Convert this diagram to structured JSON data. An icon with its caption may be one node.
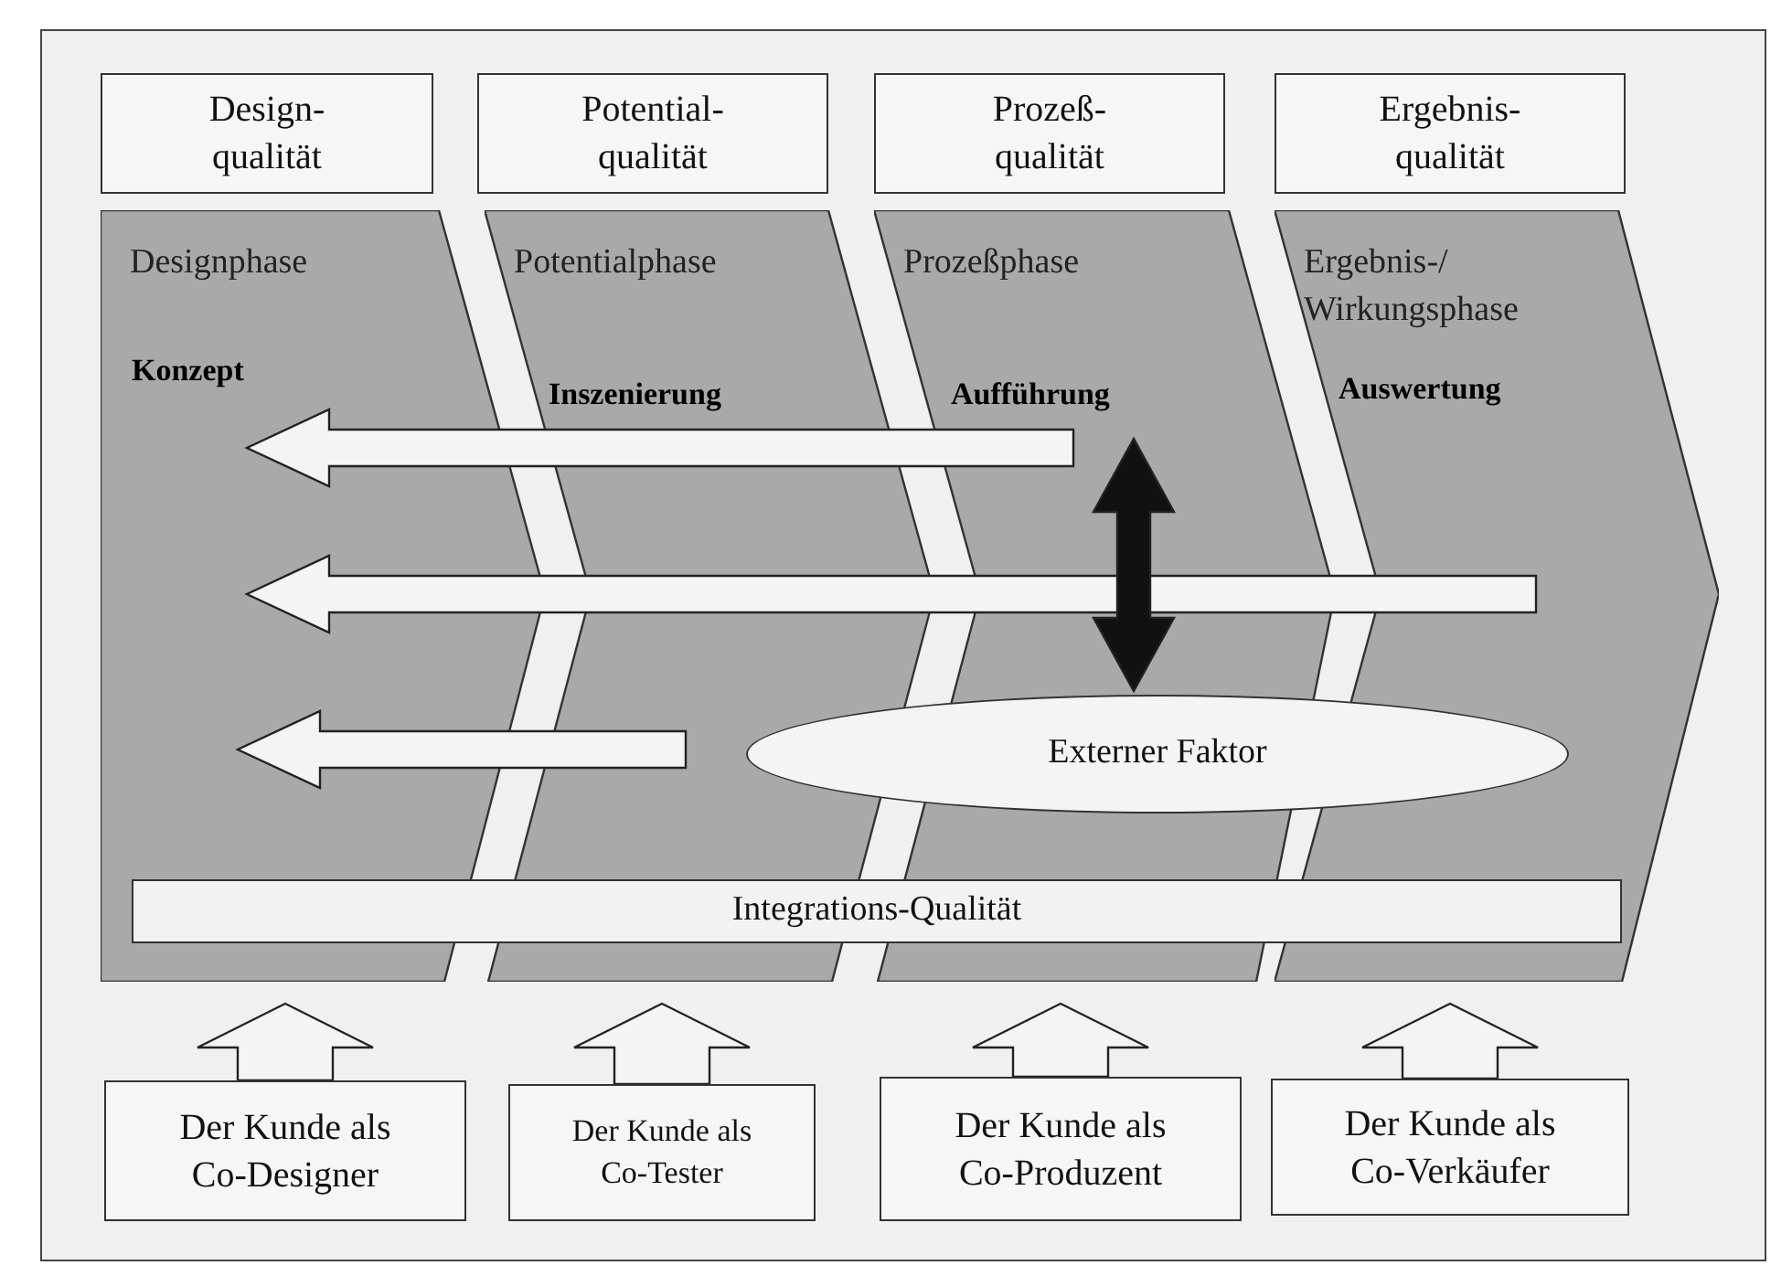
{
  "diagram": {
    "nodes": [
      {
        "text": [
          "Design- qualität"
        ]
      },
      {
        "text": [
          "Potential- qualität"
        ]
      },
      {
        "text": [
          "Prozeß- qualität"
        ]
      },
      {
        "text": [
          "Ergebnis- qualität"
        ]
      },
      {
        "text": [
          "Designphase",
          "Konzept"
        ]
      },
      {
        "text": [
          "Potentialphase",
          "Inszenierung"
        ]
      },
      {
        "text": [
          "Prozeßphase",
          "Aufführung"
        ]
      },
      {
        "text": [
          "Ergebnis-/ Wirkungsphase",
          "Auswertung"
        ]
      },
      {
        "text": [
          "Externer Faktor"
        ]
      },
      {
        "text": [
          "Integrations-Qualität"
        ]
      },
      {
        "text": [
          "Der Kunde als Co-Designer"
        ]
      },
      {
        "text": [
          "Der Kunde als Co-Tester"
        ]
      },
      {
        "text": [
          "Der Kunde als Co-Produzent"
        ]
      },
      {
        "text": [
          "Der Kunde als Co-Verkäufer"
        ]
      }
    ],
    "edges": [
      {
        "from": 6,
        "to": 4,
        "arrow": "to"
      },
      {
        "from": 7,
        "to": 4,
        "arrow": "to"
      },
      {
        "from": 5,
        "to": 4,
        "arrow": "to"
      },
      {
        "from": null,
        "to": 8,
        "arrow": "both",
        "style": "thick"
      },
      {
        "from": 10,
        "to": 4,
        "arrow": "to"
      },
      {
        "from": 11,
        "to": 5,
        "arrow": "to"
      },
      {
        "from": 12,
        "to": 6,
        "arrow": "to"
      },
      {
        "from": 13,
        "to": 7,
        "arrow": "to"
      }
    ]
  }
}
